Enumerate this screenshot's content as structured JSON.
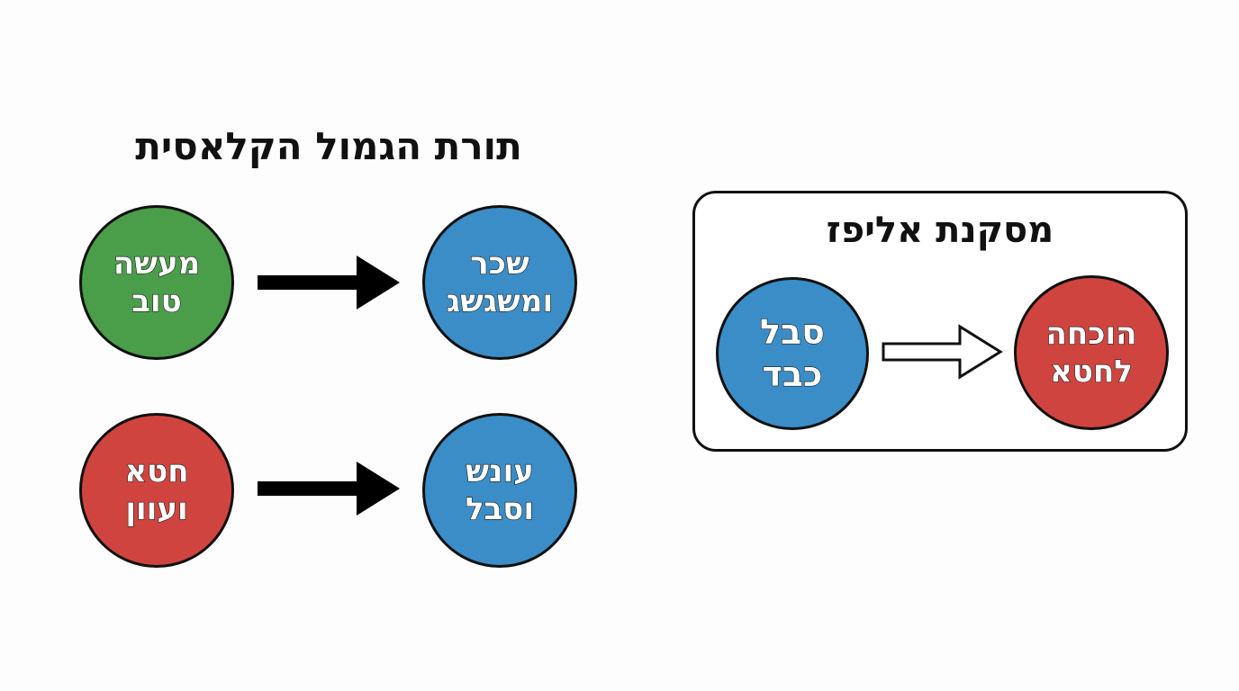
{
  "diagram": {
    "title": "תורת הגמול הקלאסית",
    "rows": [
      {
        "cause": {
          "line1": "מעשה",
          "line2": "טוב",
          "color": "#4a9e4a"
        },
        "effect": {
          "line1": "שכר",
          "line2": "ומשגשג",
          "color": "#3a8dc7"
        }
      },
      {
        "cause": {
          "line1": "חטא",
          "line2": "ועוון",
          "color": "#d04440"
        },
        "effect": {
          "line1": "עונש",
          "line2": "וסבל",
          "color": "#3a8dc7"
        }
      }
    ],
    "conclusion": {
      "title": "מסקנת אליפז",
      "from": {
        "line1": "סבל",
        "line2": "כבד",
        "color": "#3a8dc7"
      },
      "to": {
        "line1": "הוכחה",
        "line2": "לחטא",
        "color": "#d04440"
      }
    }
  },
  "colors": {
    "green": "#4a9e4a",
    "blue": "#3a8dc7",
    "red": "#d04440",
    "outline": "#111111"
  }
}
